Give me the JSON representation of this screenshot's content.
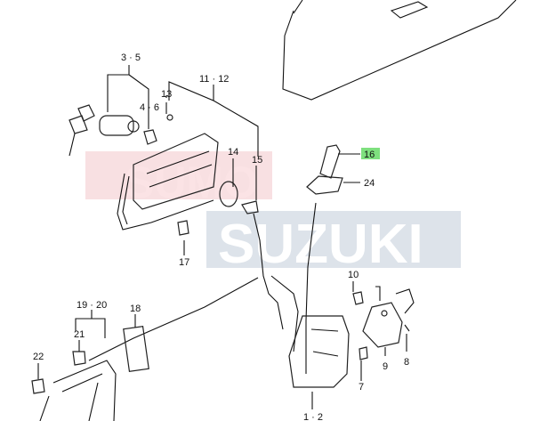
{
  "watermark": {
    "top": "SUMO",
    "bottom": "SUZUKI",
    "top_color": "#f3c6ca",
    "bottom_band_color": "#dde3ea"
  },
  "highlight_color": "#7ee07e",
  "labels": {
    "p3_5": "3 · 5",
    "p4_6": "4 · 6",
    "p11_12": "11 · 12",
    "p13": "13",
    "p14": "14",
    "p15": "15",
    "p16": "16",
    "p17": "17",
    "p24": "24",
    "p10": "10",
    "p9": "9",
    "p8": "8",
    "p7": "7",
    "p1_2": "1 · 2",
    "p19_20": "19 · 20",
    "p18": "18",
    "p21": "21",
    "p22": "22"
  }
}
